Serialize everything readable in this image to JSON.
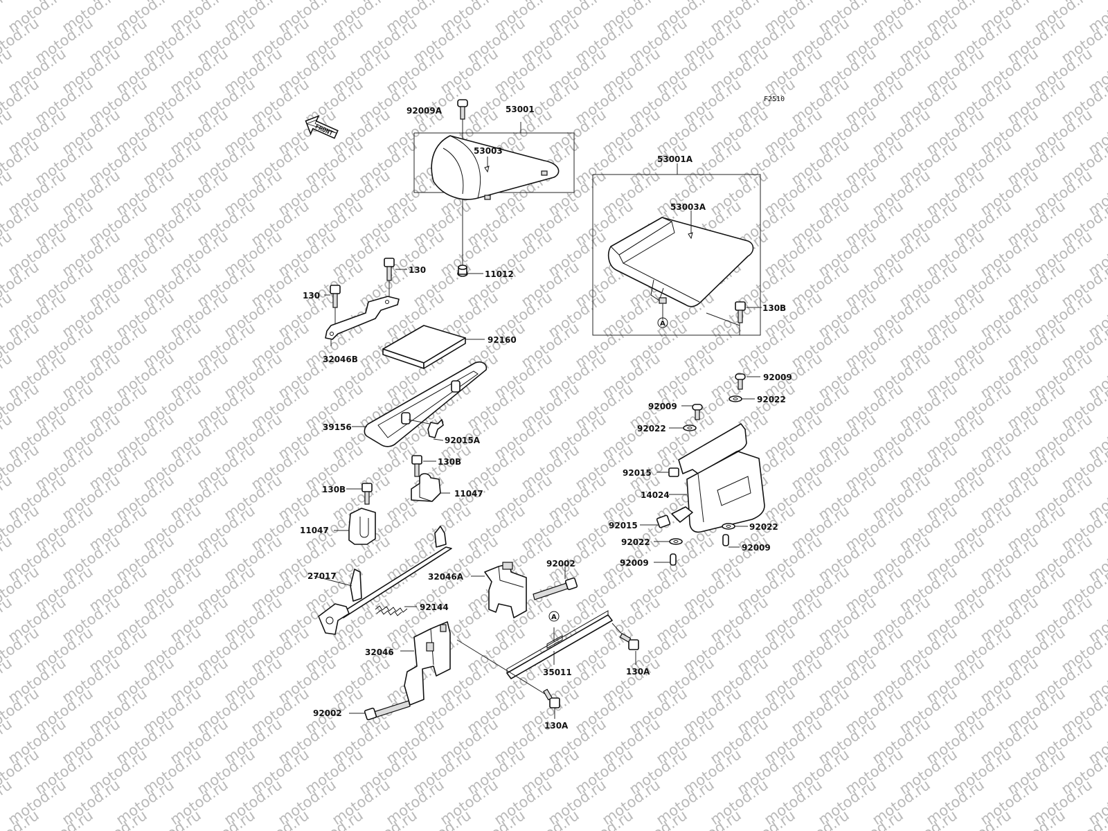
{
  "watermark": "motod.ru",
  "figure_code": "F2510",
  "front_arrow_label": "FRONT",
  "reference_marker": "A",
  "labels": {
    "p92009A": "92009A",
    "p53001": "53001",
    "p53003": "53003",
    "p11012": "11012",
    "p53001A": "53001A",
    "p53003A": "53003A",
    "p130B_seat": "130B",
    "p130_top": "130",
    "p130_left": "130",
    "p32046B": "32046B",
    "p92160": "92160",
    "p39156": "39156",
    "p92015A": "92015A",
    "p130B_mid": "130B",
    "p11047_r": "11047",
    "p130B_left": "130B",
    "p11047_l": "11047",
    "p27017": "27017",
    "p92144": "92144",
    "p32046A": "32046A",
    "p92002_r": "92002",
    "p32046": "32046",
    "p35011": "35011",
    "p130A_r": "130A",
    "p130A_b": "130A",
    "p92002_l": "92002",
    "p92009_1": "92009",
    "p92022_1": "92022",
    "p92009_2": "92009",
    "p92022_2": "92022",
    "p92015_1": "92015",
    "p14024": "14024",
    "p92015_2": "92015",
    "p92022_3": "92022",
    "p92022_4": "92022",
    "p92009_3": "92009",
    "p92009_4": "92009"
  }
}
